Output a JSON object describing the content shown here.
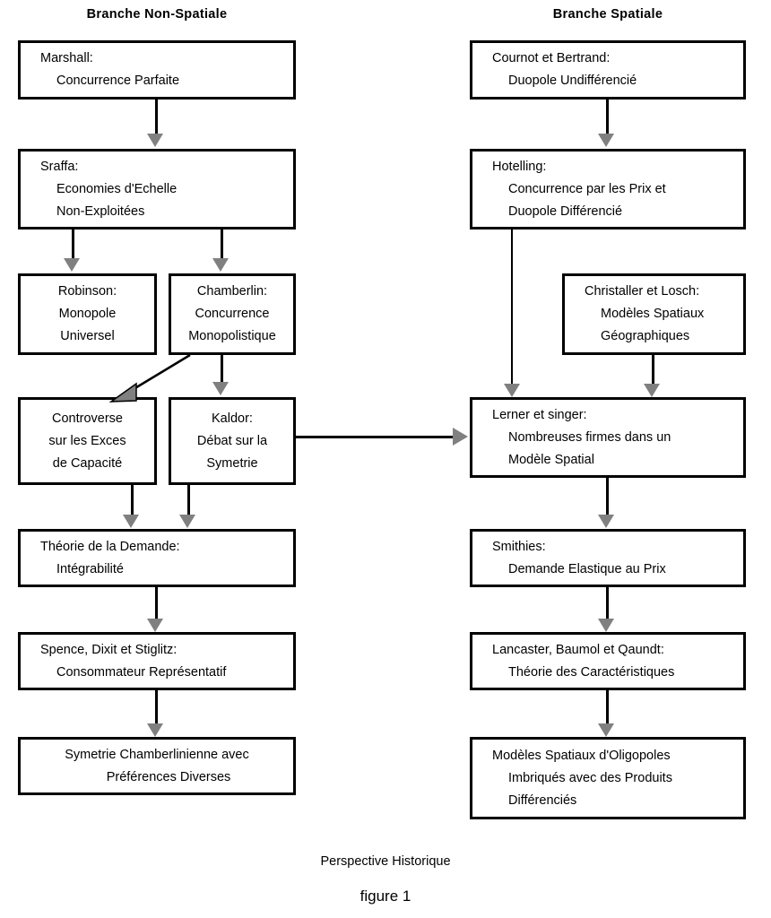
{
  "headers": {
    "left": "Branche Non-Spatiale",
    "right": "Branche Spatiale"
  },
  "caption": {
    "subtitle": "Perspective Historique",
    "figure": "figure 1"
  },
  "colors": {
    "box_border": "#000000",
    "arrow_fill": "#808080",
    "background": "#ffffff",
    "text": "#000000"
  },
  "nodes": {
    "marshall": {
      "line1": "Marshall:",
      "line2": "Concurrence Parfaite"
    },
    "sraffa": {
      "line1": "Sraffa:",
      "line2": "Economies d'Echelle",
      "line3": "Non-Exploitées"
    },
    "robinson": {
      "line1": "Robinson:",
      "line2": "Monopole",
      "line3": "Universel"
    },
    "chamberlin": {
      "line1": "Chamberlin:",
      "line2": "Concurrence",
      "line3": "Monopolistique"
    },
    "controverse": {
      "line1": "Controverse",
      "line2": "sur les Exces",
      "line3": "de Capacité"
    },
    "kaldor": {
      "line1": "Kaldor:",
      "line2": "Débat sur la",
      "line3": "Symetrie"
    },
    "theorie_demande": {
      "line1": "Théorie de la Demande:",
      "line2": "Intégrabilité"
    },
    "spence": {
      "line1": "Spence, Dixit et Stiglitz:",
      "line2": "Consommateur Représentatif"
    },
    "symetrie_chamberlinienne": {
      "line1": "Symetrie Chamberlinienne avec",
      "line2": "Préférences Diverses"
    },
    "cournot": {
      "line1": "Cournot et Bertrand:",
      "line2": "Duopole Undifférencié"
    },
    "hotelling": {
      "line1": "Hotelling:",
      "line2": "Concurrence par les Prix et",
      "line3": "Duopole Différencié"
    },
    "christaller": {
      "line1": "Christaller et Losch:",
      "line2": "Modèles Spatiaux",
      "line3": "Géographiques"
    },
    "lerner": {
      "line1": "Lerner et singer:",
      "line2": "Nombreuses firmes dans un",
      "line3": "Modèle Spatial"
    },
    "smithies": {
      "line1": "Smithies:",
      "line2": "Demande Elastique au Prix"
    },
    "lancaster": {
      "line1": "Lancaster, Baumol et Qaundt:",
      "line2": "Théorie des Caractéristiques"
    },
    "modeles_spatiaux": {
      "line1": "Modèles Spatiaux d'Oligopoles",
      "line2": "Imbriqués avec des Produits",
      "line3": "Différenciés"
    }
  }
}
